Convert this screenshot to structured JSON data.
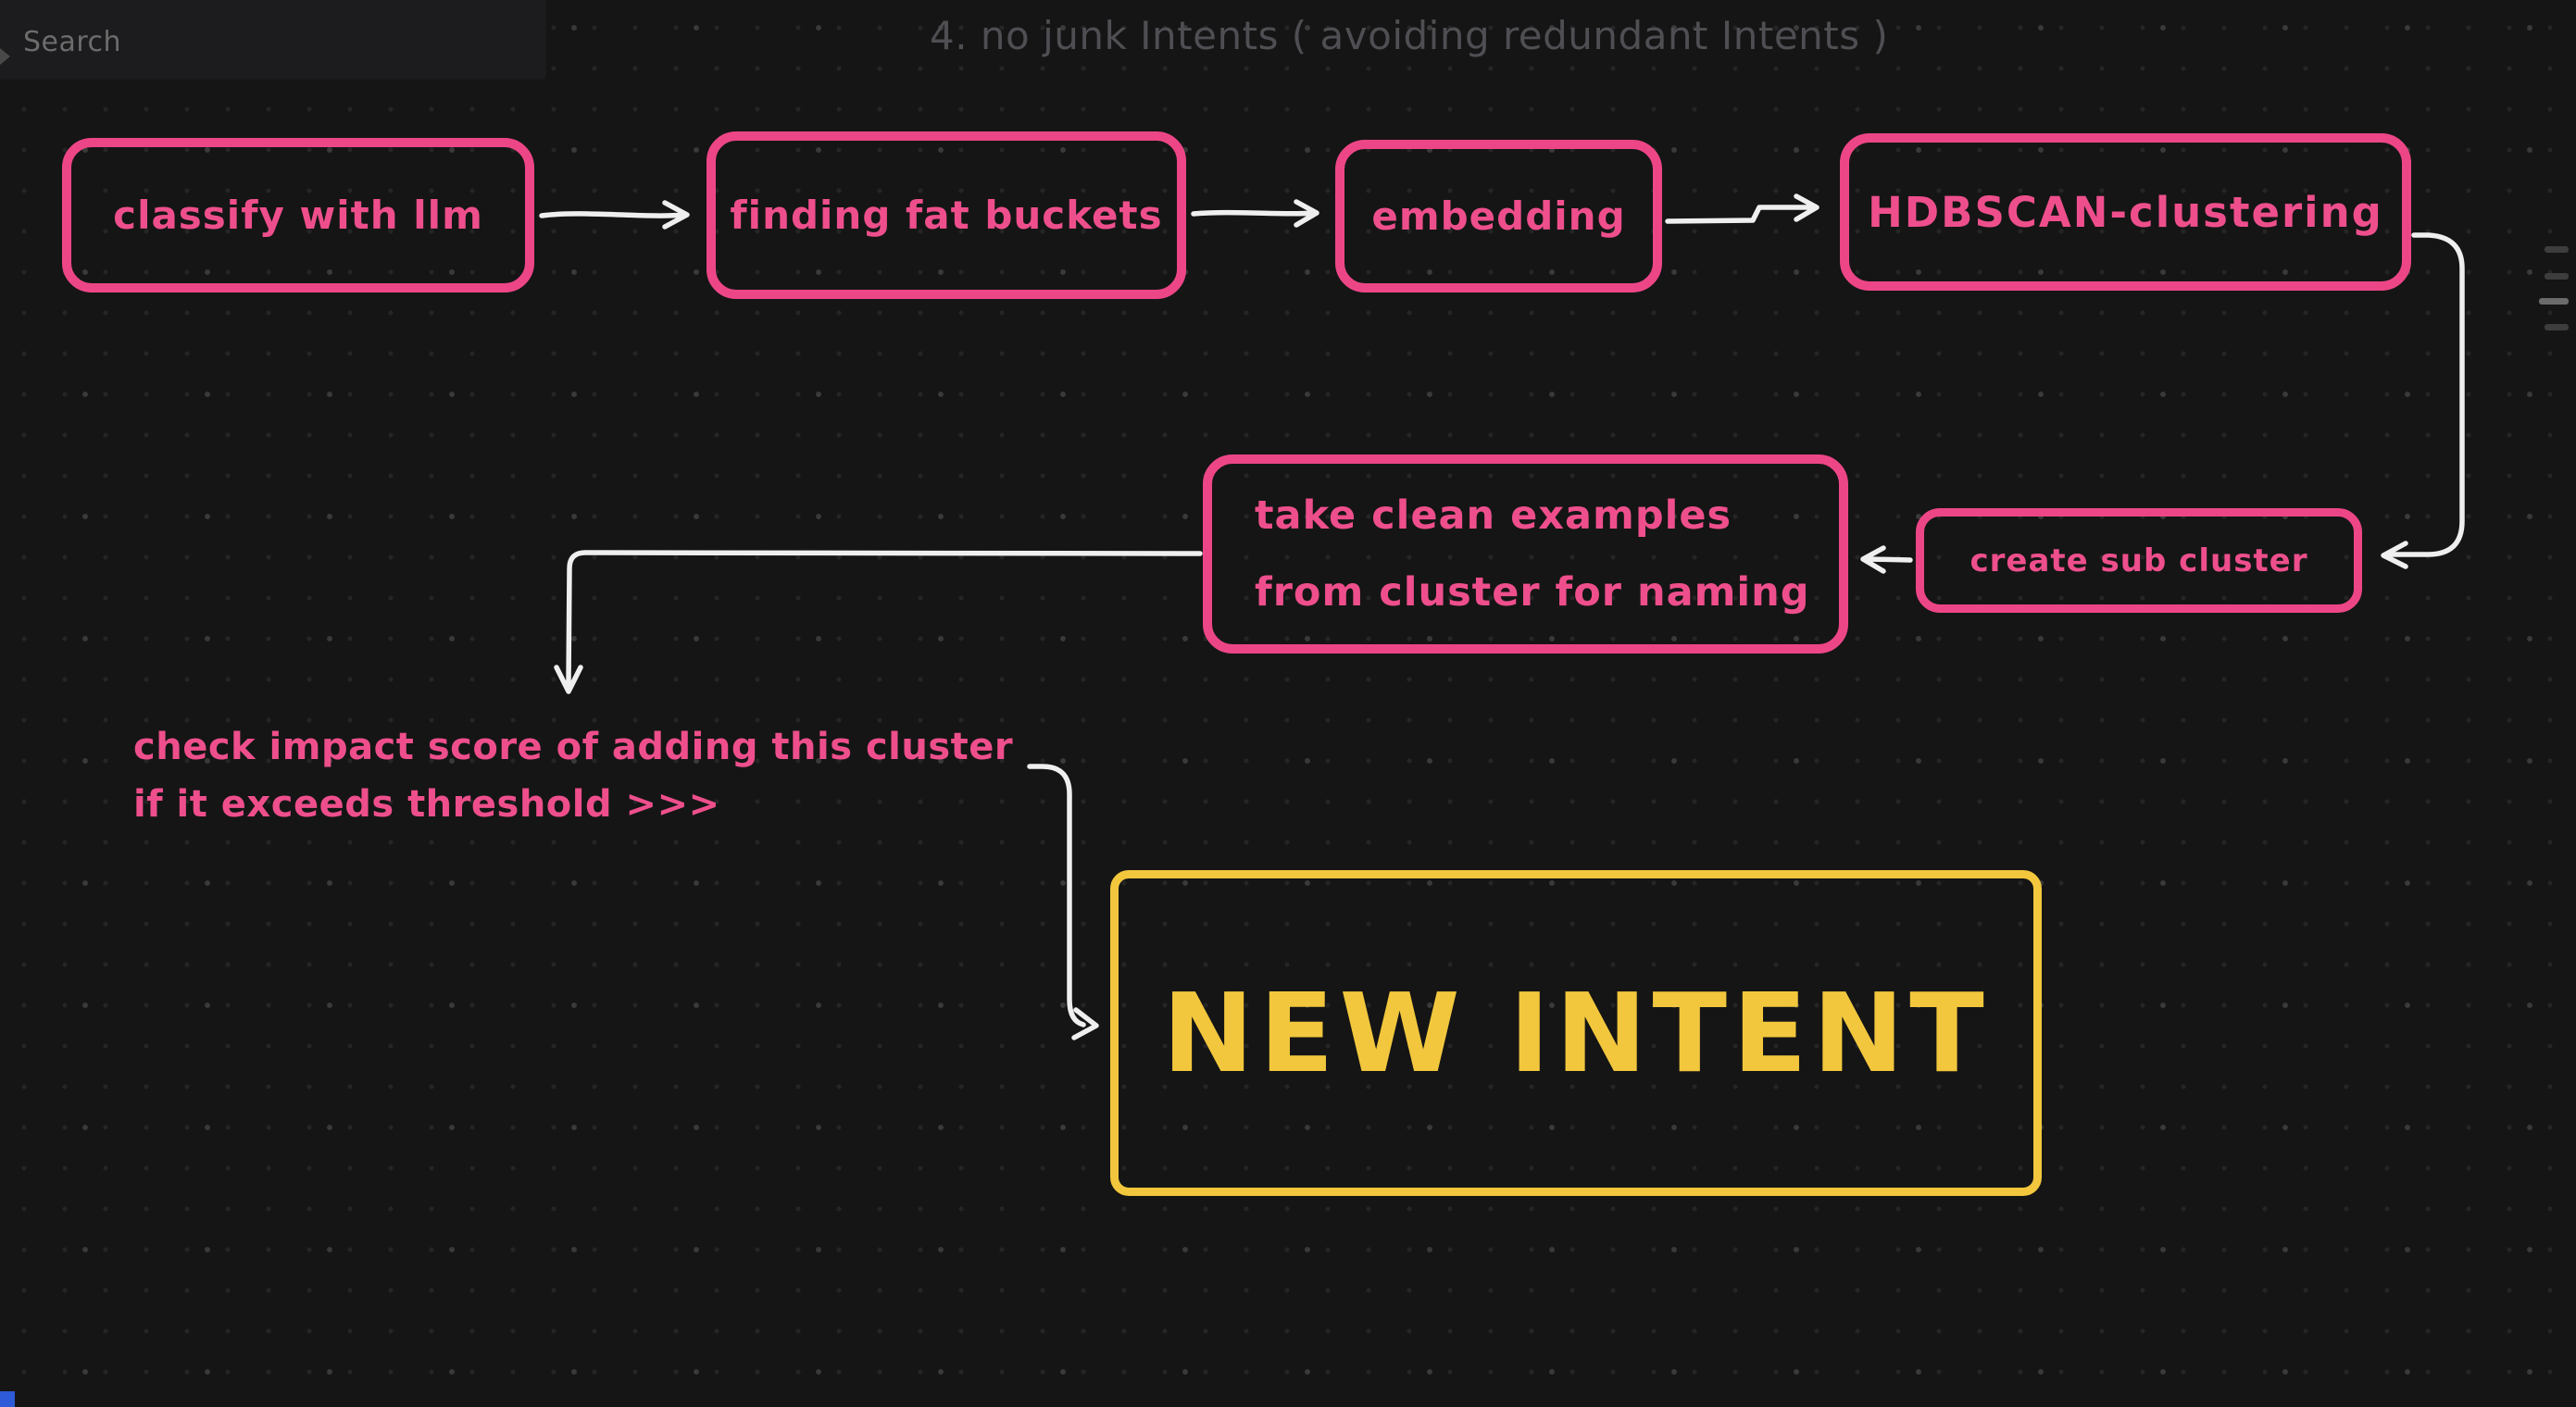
{
  "app": {
    "search_label": "Search",
    "canvas_title": "4. no junk Intents ( avoiding redundant Intents )"
  },
  "colors": {
    "background": "#151515",
    "node_pink": "#ed4687",
    "node_yellow": "#f2c73d",
    "arrow_white": "#efefef",
    "title_gray": "#4e4e53",
    "corner_accent_blue": "#2e5bd7"
  },
  "nodes": {
    "classify": {
      "label": "classify with llm"
    },
    "buckets": {
      "label": "finding fat buckets"
    },
    "embedding": {
      "label": "embedding"
    },
    "hdbscan": {
      "label": "HDBSCAN-clustering"
    },
    "subcluster": {
      "label": "create sub cluster"
    },
    "takeclean": {
      "line1": "take clean examples",
      "line2": "from cluster for naming"
    },
    "newintent": {
      "label": "NEW INTENT"
    }
  },
  "annotation": {
    "line1": "check impact score of adding this cluster",
    "line2": "if it exceeds threshold >>>"
  },
  "edge_controls": {
    "dash_count": 4
  }
}
